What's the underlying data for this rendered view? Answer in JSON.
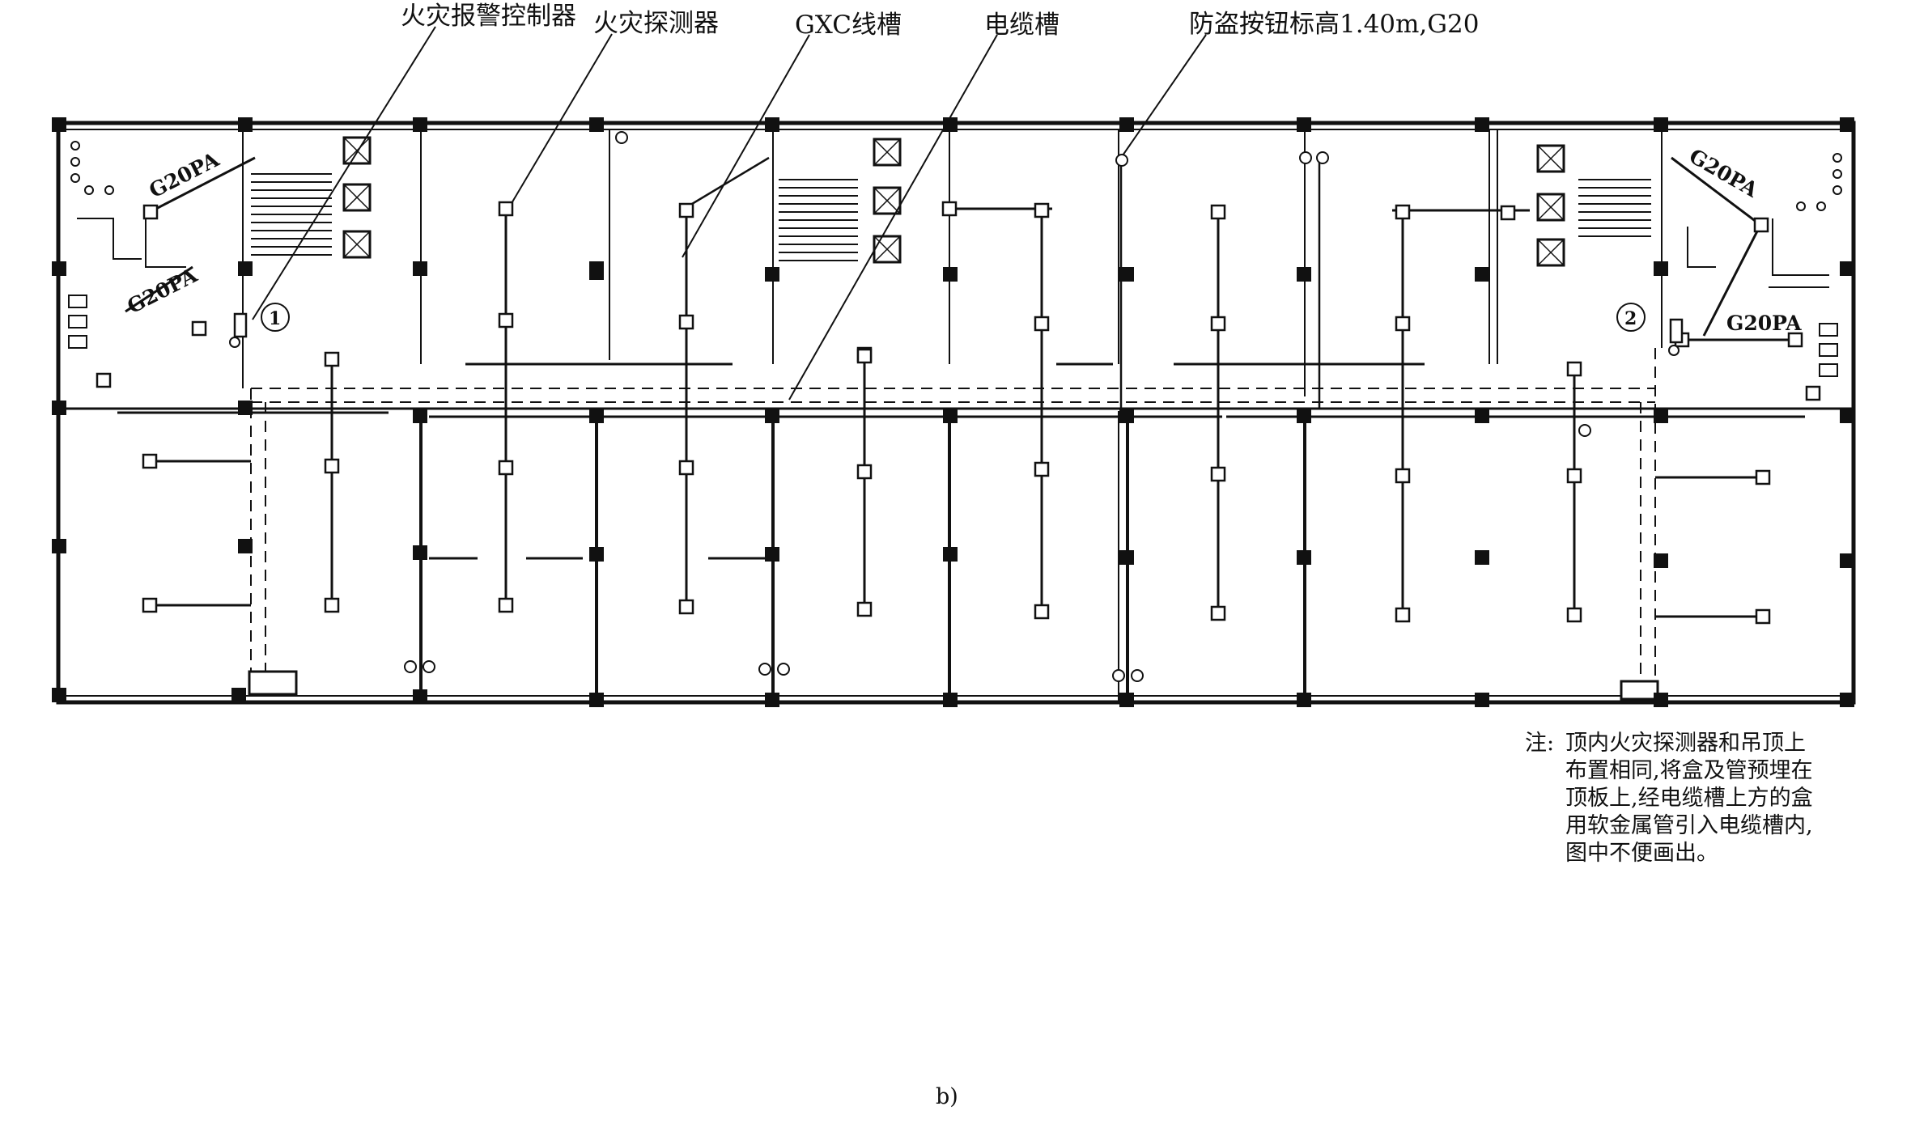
{
  "callouts": {
    "fire_alarm_controller": "火灾报警控制器",
    "fire_detector": "火灾探测器",
    "gxc_trough": "GXC线槽",
    "cable_trough": "电缆槽",
    "anti_theft_button": "防盗按钮标高1.40m,G20"
  },
  "plan_tags": {
    "g20pa_top_left": "G20PA",
    "g20pa_mid_left": "G20PA",
    "g20pa_top_right": "G20PA",
    "g20pa_mid_right": "G20PA",
    "axis_1": "1",
    "axis_2": "2"
  },
  "note": {
    "prefix": "注:",
    "lines": [
      "顶内火灾探测器和吊顶上",
      "布置相同,将盒及管预埋在",
      "顶板上,经电缆槽上方的盒",
      "用软金属管引入电缆槽内,",
      "图中不便画出。"
    ]
  },
  "caption": "b)"
}
